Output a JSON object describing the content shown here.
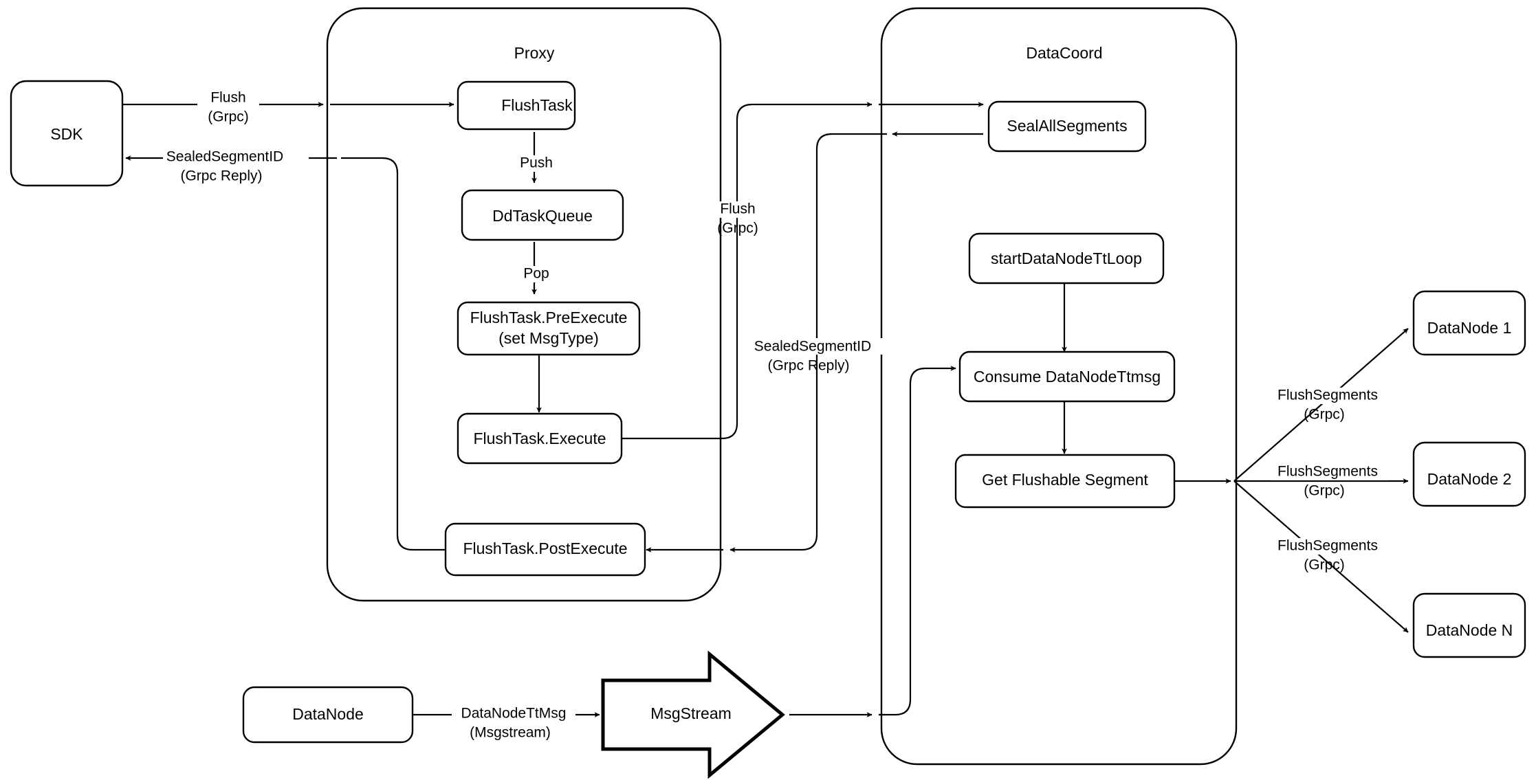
{
  "diagram": {
    "title": "Milvus Flush Flow",
    "type": "flowchart",
    "background_color": "#ffffff",
    "stroke_color": "#000000"
  },
  "groups": [
    {
      "id": "proxy",
      "label": "Proxy"
    },
    {
      "id": "datacoord",
      "label": "DataCoord"
    }
  ],
  "nodes": {
    "sdk": {
      "label": "SDK"
    },
    "flush_task": {
      "label": "FlushTask"
    },
    "dd_task_queue": {
      "label": "DdTaskQueue"
    },
    "pre_execute_line1": {
      "label": "FlushTask.PreExecute"
    },
    "pre_execute_line2": {
      "label": "(set MsgType)"
    },
    "execute": {
      "label": "FlushTask.Execute"
    },
    "post_execute": {
      "label": "FlushTask.PostExecute"
    },
    "seal_all_segments": {
      "label": "SealAllSegments"
    },
    "start_tt_loop": {
      "label": "startDataNodeTtLoop"
    },
    "consume_tt_msg": {
      "label": "Consume DataNodeTtmsg"
    },
    "get_flushable_segment": {
      "label": "Get Flushable Segment"
    },
    "datanode_1": {
      "label": "DataNode 1"
    },
    "datanode_2": {
      "label": "DataNode 2"
    },
    "datanode_n": {
      "label": "DataNode N"
    },
    "datanode_bottom": {
      "label": "DataNode"
    },
    "msgstream": {
      "label": "MsgStream"
    }
  },
  "edge_labels": {
    "sdk_to_proxy_l1": "Flush",
    "sdk_to_proxy_l2": "(Grpc)",
    "proxy_to_sdk_l1": "SealedSegmentID",
    "proxy_to_sdk_l2": "(Grpc Reply)",
    "push": "Push",
    "pop": "Pop",
    "proxy_to_coord_l1": "Flush",
    "proxy_to_coord_l2": "(Grpc)",
    "coord_to_proxy_l1": "SealedSegmentID",
    "coord_to_proxy_l2": "(Grpc Reply)",
    "flush_segments_1_l1": "FlushSegments",
    "flush_segments_1_l2": "(Grpc)",
    "flush_segments_2_l1": "FlushSegments",
    "flush_segments_2_l2": "(Grpc)",
    "flush_segments_n_l1": "FlushSegments",
    "flush_segments_n_l2": "(Grpc)",
    "datanode_ttmsg_l1": "DataNodeTtMsg",
    "datanode_ttmsg_l2": "(Msgstream)"
  }
}
